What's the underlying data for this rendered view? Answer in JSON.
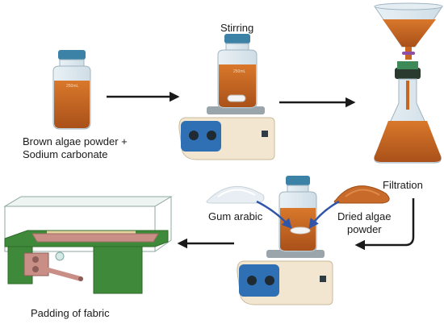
{
  "labels": {
    "bottle_caption_line1": "Brown algae powder  +",
    "bottle_caption_line2": "Sodium carbonate",
    "stirring": "Stirring",
    "filtration": "Filtration",
    "gum_arabic": "Gum arabic",
    "dried_algae_line1": "Dried algae",
    "dried_algae_line2": "powder",
    "padding": "Padding of fabric",
    "bottle_volume": "250mL"
  },
  "colors": {
    "liquid": "#c8651e",
    "liquid_dark": "#a54f14",
    "bottle_cap": "#3b82a6",
    "stirrer_body": "#f2e6d0",
    "stirrer_panel": "#2f6fb3",
    "arrow": "#1a1a1a",
    "machine_green": "#3f8a3a",
    "machine_pink": "#c98f86",
    "algae_powder": "#c86a2a",
    "gum_powder": "#e8eef3"
  }
}
